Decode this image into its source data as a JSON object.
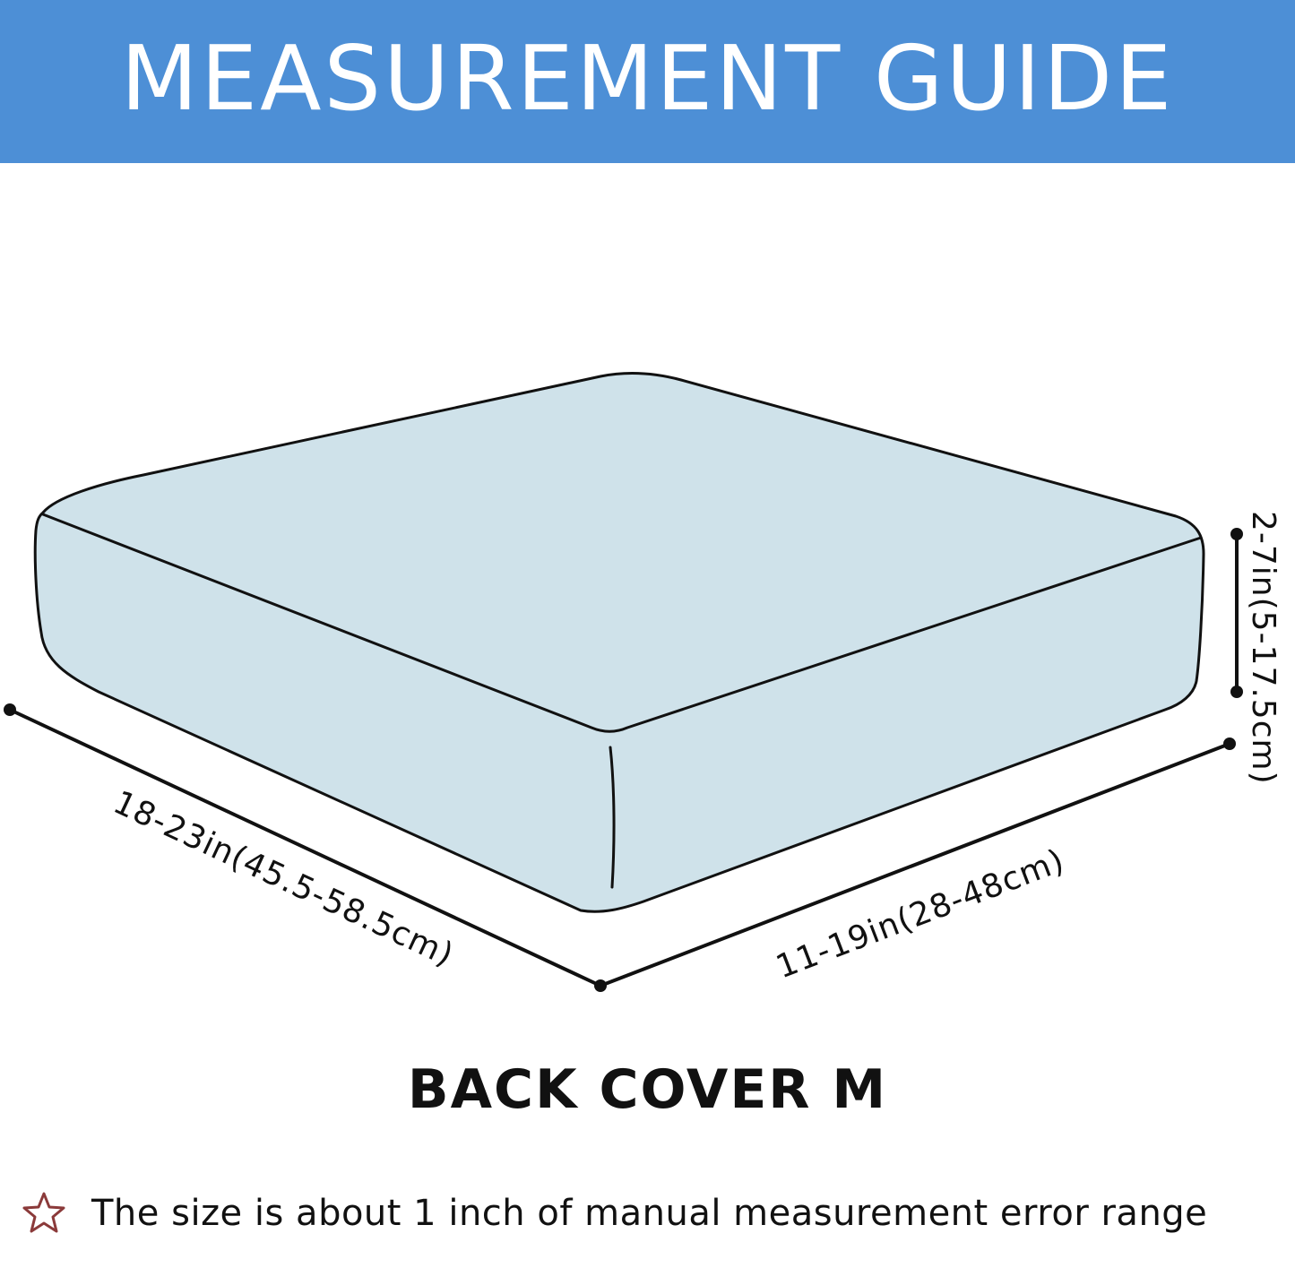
{
  "header": {
    "title": "MEASUREMENT GUIDE",
    "background_color": "#4d8fd6",
    "text_color": "#ffffff"
  },
  "cushion": {
    "fill_color": "#cfe2ea",
    "outline_color": "#111111"
  },
  "dimensions": {
    "length": "18-23in(45.5-58.5cm)",
    "width": "11-19in(28-48cm)",
    "height": "2-7in(5-17.5cm)"
  },
  "product_label": "BACK COVER M",
  "footnote": {
    "icon": "star-outline-icon",
    "icon_color": "#8b3a3a",
    "text": "The size is about 1 inch of manual measurement error range"
  }
}
